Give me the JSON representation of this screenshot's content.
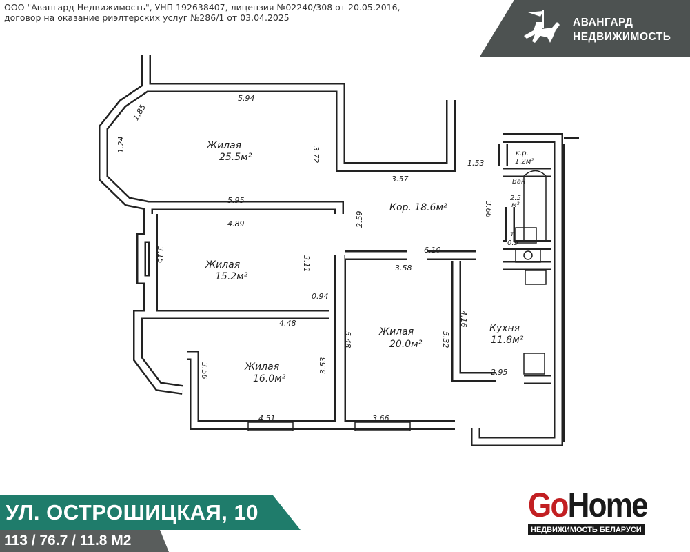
{
  "header": {
    "legal_line1": "ООО \"Авангард Недвижимость\", УНП 192638407, лицензия №02240/308 от 20.05.2016,",
    "legal_line2": "договор на оказание риэлтерских услуг №286/1 от 03.04.2025"
  },
  "brand": {
    "line1": "АВАНГАРД",
    "line2": "НЕДВИЖИМОСТЬ"
  },
  "plan": {
    "rooms": {
      "living1": {
        "name": "Жилая",
        "area": "25.5м²"
      },
      "living2": {
        "name": "Жилая",
        "area": "15.2м²"
      },
      "living3": {
        "name": "Жилая",
        "area": "16.0м²"
      },
      "living4": {
        "name": "Жилая",
        "area": "20.0м²"
      },
      "corridor": {
        "name": "Кор. 18.6м²"
      },
      "kitchen": {
        "name": "Кухня",
        "area": "11.8м²"
      },
      "closet": {
        "name": "к.р.",
        "area": "1.2м²"
      },
      "bath": {
        "name": "Ван",
        "area": "2.5",
        "unit": "м²"
      },
      "toilet": {
        "name": "т",
        "area": "0.9"
      }
    },
    "dims": [
      "5.94",
      "1.85",
      "1.24",
      "3.72",
      "5.95",
      "2.59",
      "3.57",
      "1.53",
      "3.66",
      "4.89",
      "3.15",
      "3.11",
      "0.94",
      "4.48",
      "3.58",
      "6.10",
      "3.56",
      "3.53",
      "5.48",
      "5.32",
      "4.16",
      "4.51",
      "3.66",
      "2.95"
    ]
  },
  "footer": {
    "address": "УЛ. ОСТРОШИЦКАЯ, 10",
    "areas": "113 / 76.7 / 11.8 М2",
    "gohome_go": "Go",
    "gohome_home": "Home",
    "gohome_sub": "НЕДВИЖИМОСТЬ БЕЛАРУСИ"
  }
}
